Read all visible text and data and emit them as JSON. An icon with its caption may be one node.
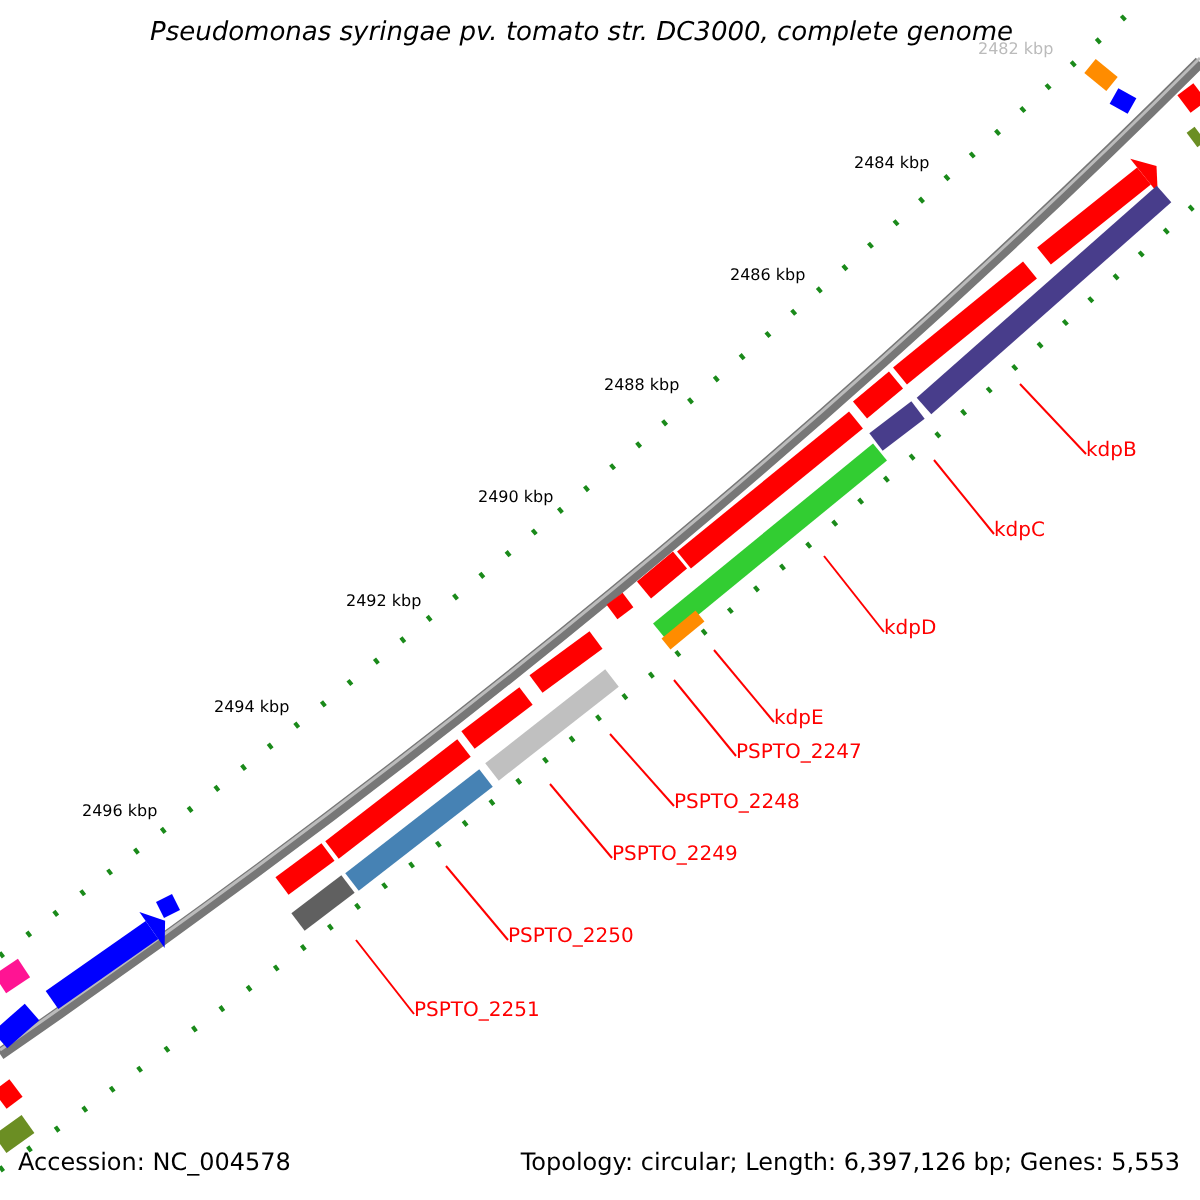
{
  "diagram": {
    "title": "Pseudomonas syringae pv. tomato str. DC3000, complete genome",
    "nodes": [
      {
        "text": [
          "kdpB"
        ]
      },
      {
        "text": [
          "kdpC"
        ]
      },
      {
        "text": [
          "kdpD"
        ]
      },
      {
        "text": [
          "kdpE"
        ]
      },
      {
        "text": [
          "PSPTO_2247"
        ]
      },
      {
        "text": [
          "PSPTO_2248"
        ]
      },
      {
        "text": [
          "PSPTO_2249"
        ]
      },
      {
        "text": [
          "PSPTO_2250"
        ]
      },
      {
        "text": [
          "PSPTO_2251"
        ]
      }
    ],
    "edges": [
      {
        "from": 0,
        "to": null,
        "arrow": "none"
      },
      {
        "from": 1,
        "to": null,
        "arrow": "none"
      },
      {
        "from": 2,
        "to": null,
        "arrow": "none"
      },
      {
        "from": 3,
        "to": null,
        "arrow": "none"
      },
      {
        "from": 4,
        "to": null,
        "arrow": "none"
      },
      {
        "from": 5,
        "to": null,
        "arrow": "none"
      },
      {
        "from": 6,
        "to": null,
        "arrow": "none"
      },
      {
        "from": 7,
        "to": null,
        "arrow": "none"
      },
      {
        "from": 8,
        "to": null,
        "arrow": "none"
      }
    ],
    "labels": [
      "2482 kbp",
      "2484 kbp",
      "2486 kbp",
      "2488 kbp",
      "2490 kbp",
      "2492 kbp",
      "2494 kbp",
      "2496 kbp",
      "Accession: NC_004578",
      "Topology: circular; Length: 6,397,126 bp; Genes: 5,553"
    ]
  }
}
